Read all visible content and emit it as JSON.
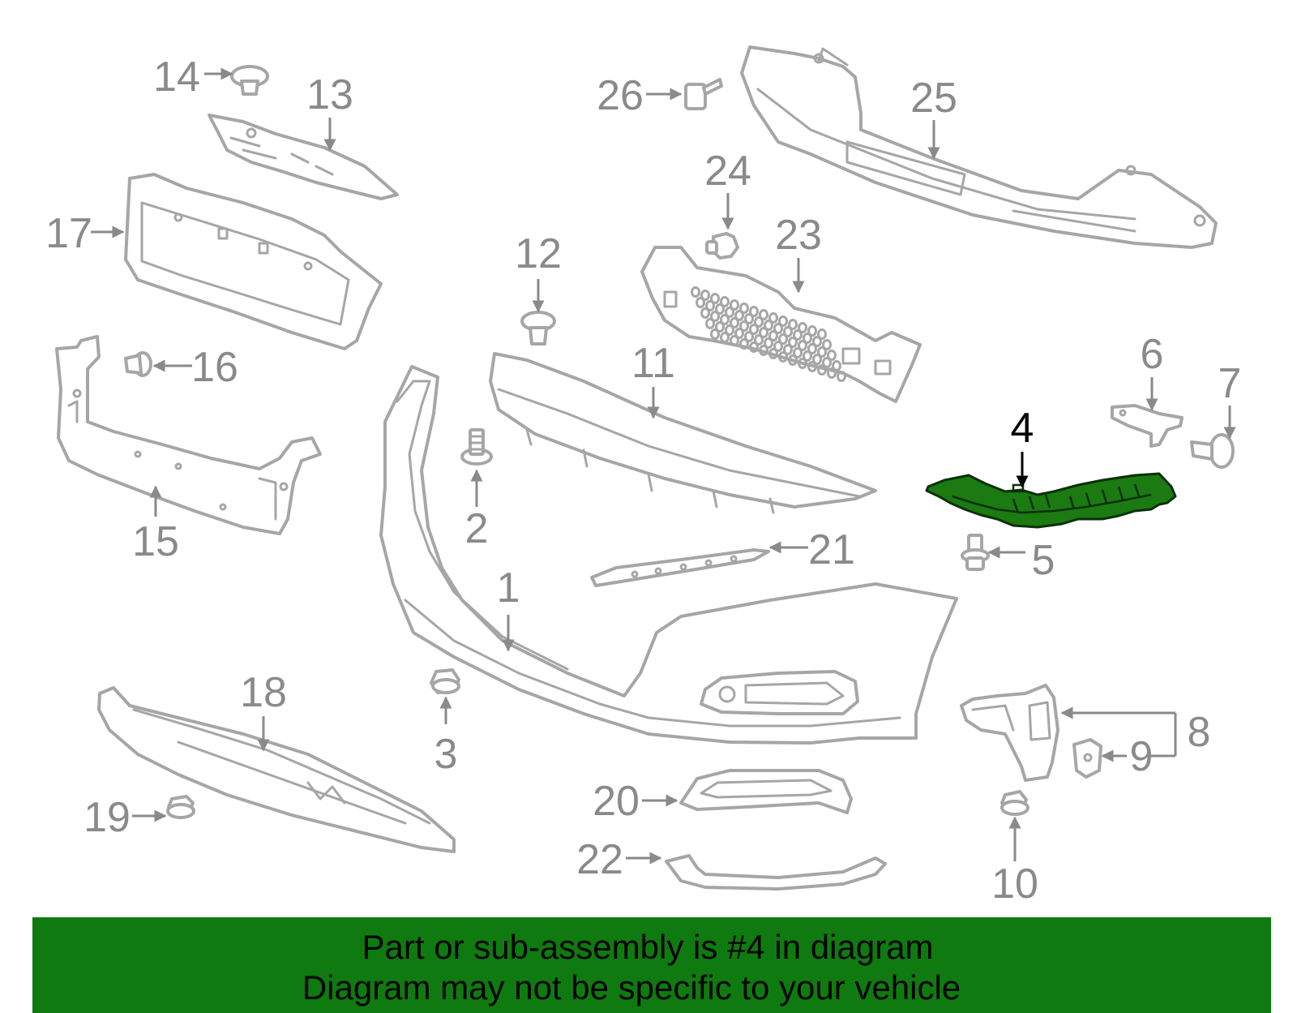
{
  "diagram": {
    "highlight_color": "#1b7a12",
    "callout_color": "#8a8a8a",
    "line_color": "#a6a6a6",
    "highlighted_part": "4",
    "callouts": [
      "1",
      "2",
      "3",
      "4",
      "5",
      "6",
      "7",
      "8",
      "9",
      "10",
      "11",
      "12",
      "13",
      "14",
      "15",
      "16",
      "17",
      "18",
      "19",
      "20",
      "21",
      "22",
      "23",
      "24",
      "25",
      "26"
    ]
  },
  "banner": {
    "background": "#0f7a0f",
    "line1": "Part or sub-assembly is #4 in diagram",
    "line2": "Diagram may not be specific to your vehicle"
  }
}
